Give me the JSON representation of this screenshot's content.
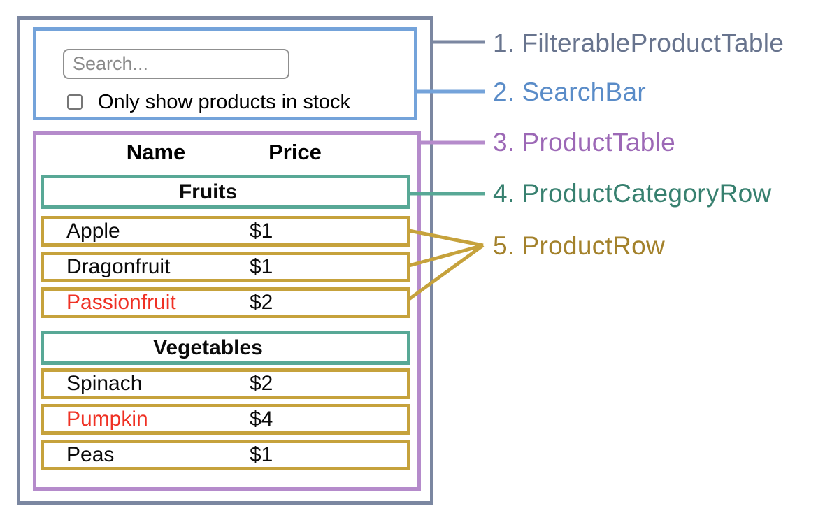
{
  "diagram": {
    "search_bar": {
      "input_placeholder": "Search...",
      "input_value": "",
      "checkbox_checked": false,
      "checkbox_label": "Only show products in stock"
    },
    "product_table": {
      "columns": {
        "name": "Name",
        "price": "Price"
      },
      "rows": [
        {
          "type": "category",
          "label": "Fruits"
        },
        {
          "type": "product",
          "name": "Apple",
          "price": "$1",
          "name_red": false
        },
        {
          "type": "product",
          "name": "Dragonfruit",
          "price": "$1",
          "name_red": false
        },
        {
          "type": "product",
          "name": "Passionfruit",
          "price": "$2",
          "name_red": true
        },
        {
          "type": "category",
          "label": "Vegetables"
        },
        {
          "type": "product",
          "name": "Spinach",
          "price": "$2",
          "name_red": false
        },
        {
          "type": "product",
          "name": "Pumpkin",
          "price": "$4",
          "name_red": true
        },
        {
          "type": "product",
          "name": "Peas",
          "price": "$1",
          "name_red": false
        }
      ]
    },
    "legend": [
      {
        "prefix": "1.",
        "label": "FilterableProductTable",
        "color": "#68748e"
      },
      {
        "prefix": "2.",
        "label": "SearchBar",
        "color": "#5a8cc8"
      },
      {
        "prefix": "3.",
        "label": "ProductTable",
        "color": "#9c68b6"
      },
      {
        "prefix": "4.",
        "label": "ProductCategoryRow",
        "color": "#37806f"
      },
      {
        "prefix": "5.",
        "label": "ProductRow",
        "color": "#a3812b"
      }
    ],
    "colors": {
      "filterable_product_table_border": "#7b87a1",
      "search_bar_border": "#74a3da",
      "product_table_border": "#b58bcb",
      "product_category_row_border": "#58a896",
      "product_row_border": "#c6a23c",
      "out_of_stock_text": "#ef3124",
      "background": "#ffffff"
    }
  }
}
